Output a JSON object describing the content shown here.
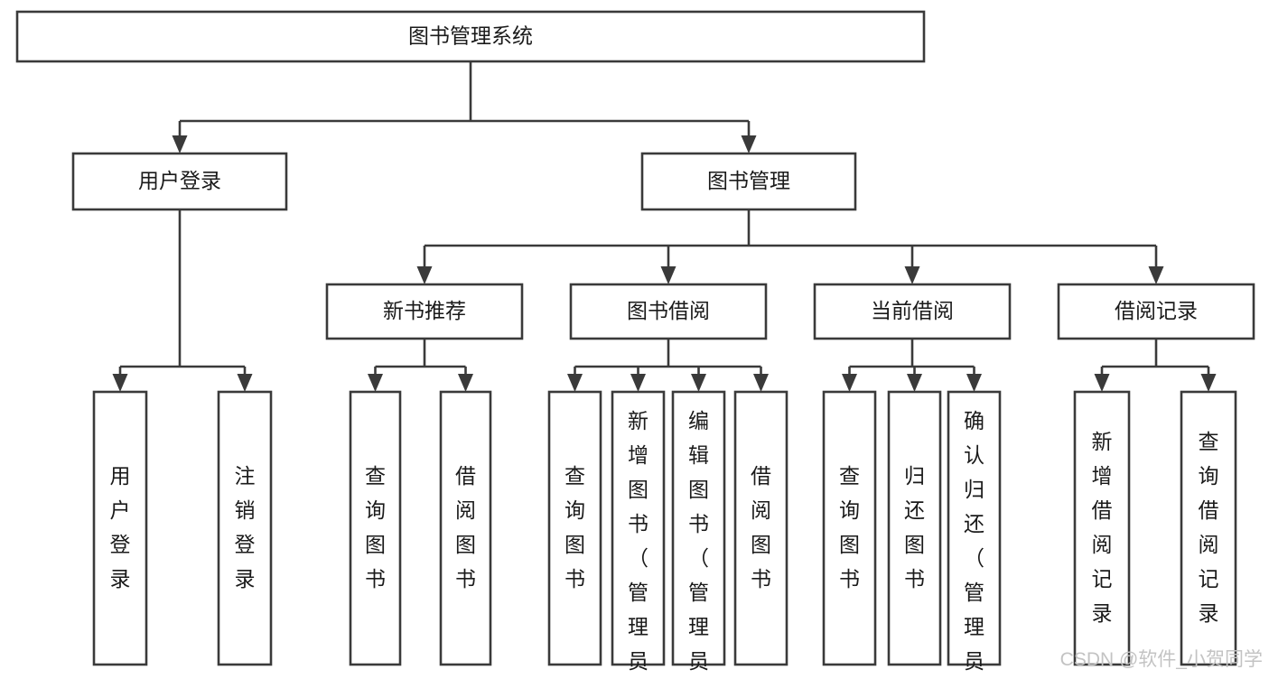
{
  "diagram": {
    "type": "tree-hierarchy",
    "title": "图书管理系统",
    "root": {
      "id": "root",
      "label": "图书管理系统",
      "orientation": "horizontal"
    },
    "level2": [
      {
        "id": "user-login",
        "label": "用户登录",
        "orientation": "horizontal"
      },
      {
        "id": "book-manage",
        "label": "图书管理",
        "orientation": "horizontal"
      }
    ],
    "level3": [
      {
        "id": "new-book-recommend",
        "label": "新书推荐",
        "orientation": "horizontal"
      },
      {
        "id": "book-borrow",
        "label": "图书借阅",
        "orientation": "horizontal"
      },
      {
        "id": "current-borrow",
        "label": "当前借阅",
        "orientation": "horizontal"
      },
      {
        "id": "borrow-record",
        "label": "借阅记录",
        "orientation": "horizontal"
      }
    ],
    "leaves": {
      "user-login": [
        {
          "id": "leaf-user-login",
          "label": "用户登录",
          "orientation": "vertical"
        },
        {
          "id": "leaf-logout-login",
          "label": "注销登录",
          "orientation": "vertical"
        }
      ],
      "new-book-recommend": [
        {
          "id": "leaf-query-book-1",
          "label": "查询图书",
          "orientation": "vertical"
        },
        {
          "id": "leaf-borrow-book-1",
          "label": "借阅图书",
          "orientation": "vertical"
        }
      ],
      "book-borrow": [
        {
          "id": "leaf-query-book-2",
          "label": "查询图书",
          "orientation": "vertical"
        },
        {
          "id": "leaf-add-book",
          "label": "新增图书（管理员）",
          "orientation": "vertical"
        },
        {
          "id": "leaf-edit-book",
          "label": "编辑图书（管理员）",
          "orientation": "vertical"
        },
        {
          "id": "leaf-borrow-book-2",
          "label": "借阅图书",
          "orientation": "vertical"
        }
      ],
      "current-borrow": [
        {
          "id": "leaf-query-book-3",
          "label": "查询图书",
          "orientation": "vertical"
        },
        {
          "id": "leaf-return-book",
          "label": "归还图书",
          "orientation": "vertical"
        },
        {
          "id": "leaf-confirm-return",
          "label": "确认归还（管理员）",
          "orientation": "vertical"
        }
      ],
      "borrow-record": [
        {
          "id": "leaf-add-record",
          "label": "新增借阅记录",
          "orientation": "vertical"
        },
        {
          "id": "leaf-query-record",
          "label": "查询借阅记录",
          "orientation": "vertical"
        }
      ]
    },
    "colors": {
      "box_fill": "#ffffff",
      "box_stroke": "#3a3a3a",
      "text": "#1a1a1a",
      "connector": "#3a3a3a",
      "watermark": "#c3c3c3",
      "background": "#ffffff"
    }
  },
  "watermark": {
    "label": "CSDN @软件_小贺同学"
  }
}
